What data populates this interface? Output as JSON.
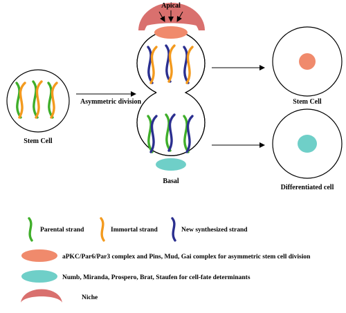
{
  "diagram": {
    "labels": {
      "stem_cell_left": "Stem Cell",
      "asymmetric_division": "Asymmetric division",
      "apical": "Apical",
      "basal": "Basal",
      "stem_cell_right": "Stem Cell",
      "differentiated_cell": "Differentiated cell"
    },
    "legend": [
      {
        "key": "parental",
        "text": "Parental strand"
      },
      {
        "key": "immortal",
        "text": "Immortal strand"
      },
      {
        "key": "new",
        "text": "New synthesized strand"
      },
      {
        "key": "apkc",
        "text": "aPKC/Par6/Par3 complex and Pins, Mud, Gai complex for asymmetric stem cell division"
      },
      {
        "key": "numb",
        "text": "Numb, Miranda, Prospero, Brat, Staufen for cell-fate determinants"
      },
      {
        "key": "niche",
        "text": "Niche"
      }
    ],
    "colors": {
      "parental": "#3fae2a",
      "immortal": "#f39a1e",
      "new": "#2b2f8f",
      "apkc": "#f08a6c",
      "numb": "#6fcfc8",
      "niche": "#d9706e"
    }
  }
}
